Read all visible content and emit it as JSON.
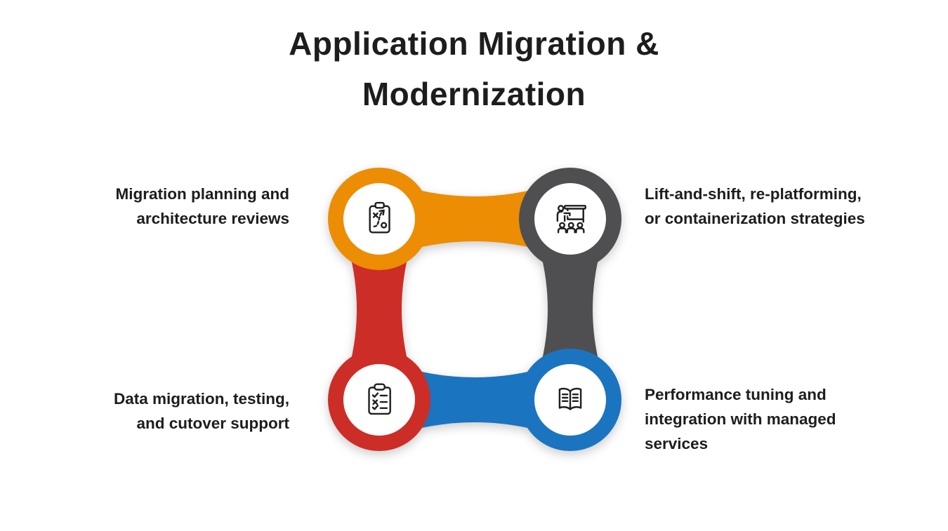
{
  "page": {
    "background": "#ffffff",
    "text_color": "#1d1d1d"
  },
  "title": {
    "line1": "Application Migration &",
    "line2": "Modernization"
  },
  "diagram": {
    "nodes": [
      {
        "id": "migration-planning",
        "position": "top-left",
        "color": "#EC8D04",
        "icon": "strategy-clipboard-icon",
        "label_lines": [
          "Migration planning and",
          "architecture reviews"
        ]
      },
      {
        "id": "migration-strategies",
        "position": "top-right",
        "color": "#4F4F51",
        "icon": "presentation-training-icon",
        "label_lines": [
          "Lift-and-shift, re-platforming,",
          "or containerization strategies"
        ]
      },
      {
        "id": "data-migration",
        "position": "bottom-left",
        "color": "#CC2E27",
        "icon": "checklist-clipboard-icon",
        "label_lines": [
          "Data migration, testing,",
          "and cutover support"
        ]
      },
      {
        "id": "performance-tuning",
        "position": "bottom-right",
        "color": "#1B74C0",
        "icon": "open-book-icon",
        "label_lines": [
          "Performance tuning and",
          "integration with managed",
          "services"
        ]
      }
    ]
  }
}
